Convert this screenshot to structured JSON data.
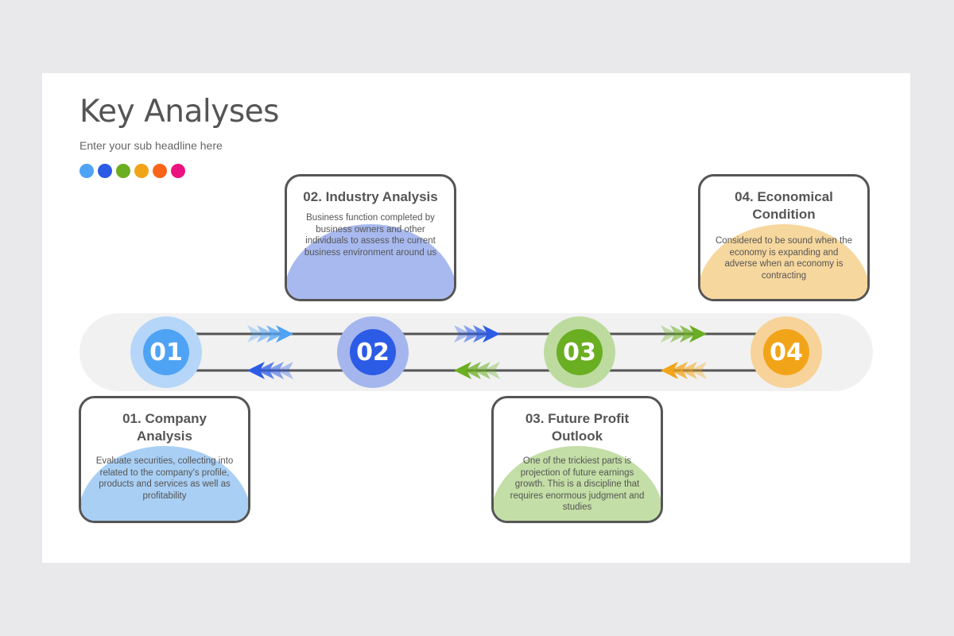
{
  "title": "Key Analyses",
  "subtitle": "Enter your sub headline here",
  "palette": [
    "#4fa3f5",
    "#2c5be6",
    "#6aae22",
    "#f2a419",
    "#f86418",
    "#ec1280"
  ],
  "steps": [
    {
      "number": "01",
      "color": "#4fa3f5",
      "halo": "#b5d6f8",
      "heading": "01. Company Analysis",
      "body": "Evaluate securities, collecting into related to the company's profile, products and services as well as profitability",
      "tint": "#a9cff4"
    },
    {
      "number": "02",
      "color": "#2c5be6",
      "halo": "#a5b6ee",
      "heading": "02. Industry Analysis",
      "body": "Business function completed by business owners and other individuals to assess the current business environment around us",
      "tint": "#a8b9ef"
    },
    {
      "number": "03",
      "color": "#6aae22",
      "halo": "#bddb9f",
      "heading": "03. Future Profit Outlook",
      "body": "One of the trickiest parts is projection of future earnings growth. This is a discipline that requires enormous judgment and studies",
      "tint": "#c3dea6"
    },
    {
      "number": "04",
      "color": "#f2a419",
      "halo": "#f7d39a",
      "heading": "04. Economical Condition",
      "body": "Considered to be sound when the economy is expanding and adverse when an economy is contracting",
      "tint": "#f6d79e"
    }
  ]
}
